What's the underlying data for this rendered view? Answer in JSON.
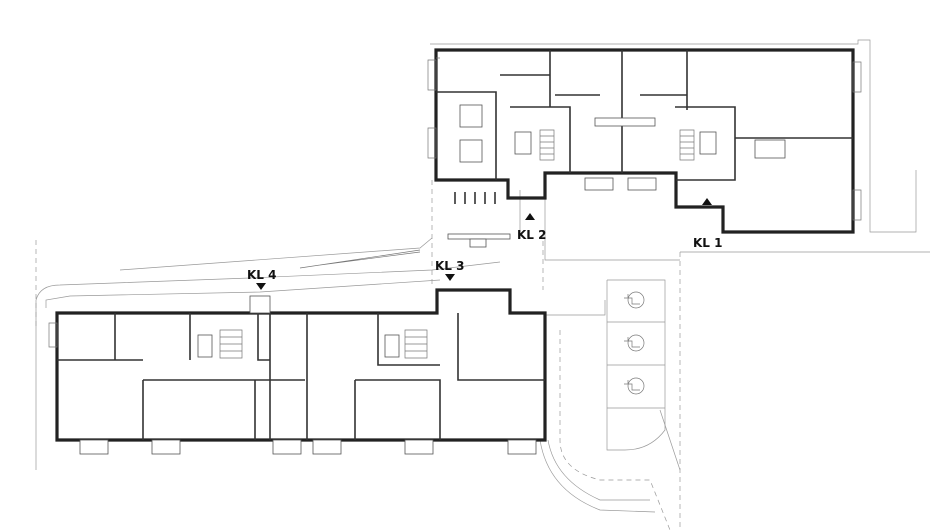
{
  "plan": {
    "entrances": [
      {
        "id": "kl1",
        "label": "KL 1",
        "arrow": "up"
      },
      {
        "id": "kl2",
        "label": "KL 2",
        "arrow": "up"
      },
      {
        "id": "kl3",
        "label": "KL 3",
        "arrow": "down"
      },
      {
        "id": "kl4",
        "label": "KL 4",
        "arrow": "down"
      }
    ],
    "parking_spaces": 3,
    "icons": {
      "parking": "wheelchair-icon",
      "entrance": "triangle-arrow-icon"
    },
    "colors": {
      "wall": "#222222",
      "line": "#999999",
      "background": "#ffffff"
    }
  }
}
